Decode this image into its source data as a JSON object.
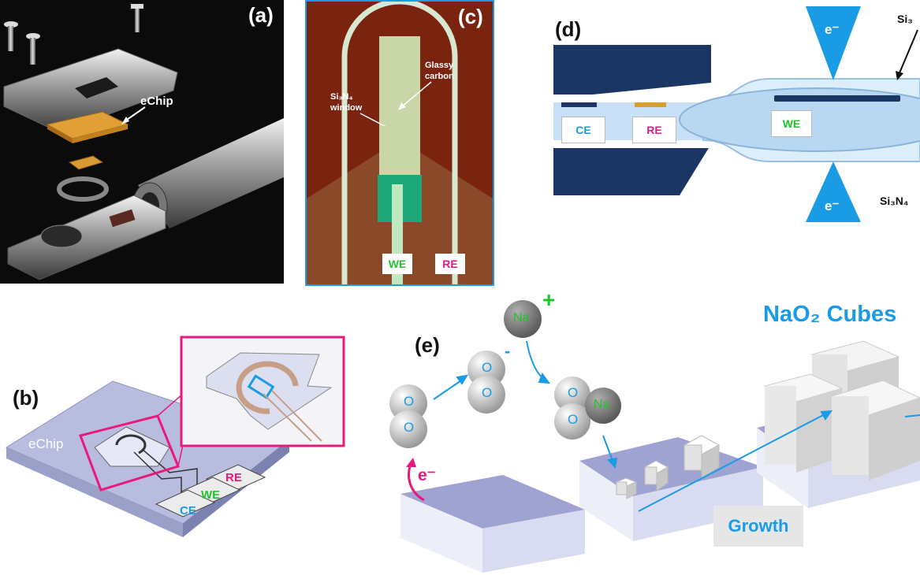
{
  "panel_a": {
    "label": "(a)",
    "echip_label": "eChip"
  },
  "panel_b": {
    "label": "(b)",
    "echip_label": "eChip",
    "re": "RE",
    "we": "WE",
    "ce": "CE"
  },
  "panel_c": {
    "label": "(c)",
    "window_label_line1": "Si₃N₄",
    "window_label_line2": "window",
    "carbon_label_line1": "Glassy",
    "carbon_label_line2": "carbon",
    "we": "WE",
    "re": "RE"
  },
  "panel_d": {
    "label": "(d)",
    "top_right_label": "Si₃",
    "bottom_right_label": "Si₃N₄",
    "electron_top": "e⁻",
    "electron_bottom": "e⁻",
    "ce": "CE",
    "re": "RE",
    "we": "WE"
  },
  "panel_e": {
    "label": "(e)",
    "title": "NaO₂ Cubes",
    "electron": "e⁻",
    "oxygen_atom": "O",
    "sodium_atom": "Na",
    "plus_sign": "+",
    "minus_sign": "-",
    "growth": "Growth"
  },
  "colors": {
    "blue_accent": "#1a9be6",
    "magenta": "#e8197d",
    "green": "#21c42a",
    "navy": "#1c3664",
    "lavender": "#b8bde0"
  }
}
